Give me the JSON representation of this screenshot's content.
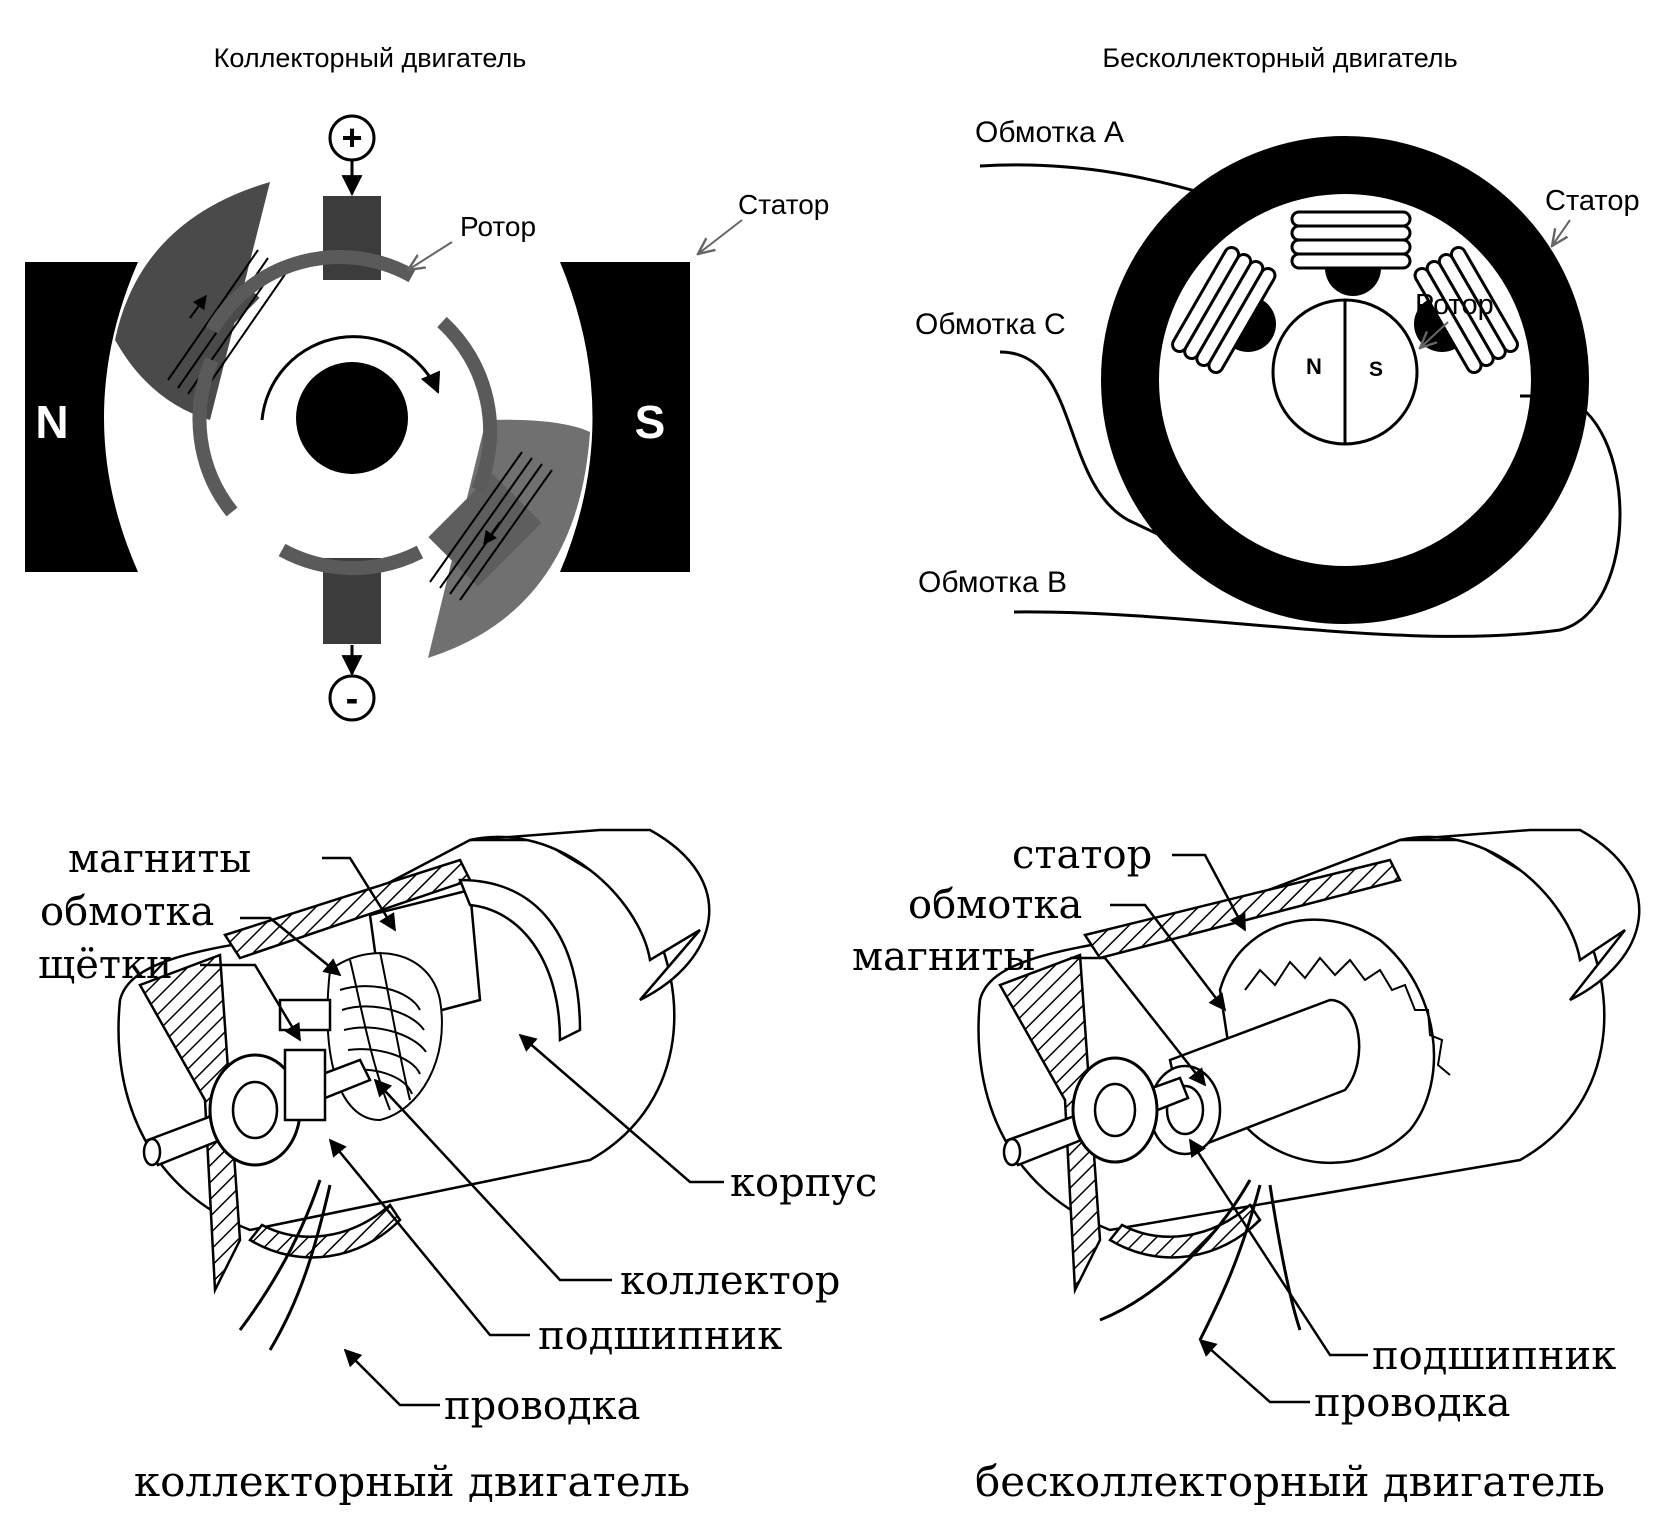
{
  "top_left": {
    "title": "Коллекторный двигатель",
    "label_rotor": "Ротор",
    "label_stator": "Статор",
    "pole_n": "N",
    "pole_s": "S",
    "terminal_plus": "+",
    "terminal_minus": "-"
  },
  "top_right": {
    "title": "Бесколлекторный двигатель",
    "label_winding_a": "Обмотка A",
    "label_winding_c": "Обмотка C",
    "label_winding_b": "Обмотка B",
    "label_stator": "Статор",
    "label_rotor": "Ротор",
    "rotor_n": "N",
    "rotor_s": "S"
  },
  "bottom_left": {
    "label_magnets": "магниты",
    "label_winding": "обмотка",
    "label_brushes": "щётки",
    "label_housing": "корпус",
    "label_commutator": "коллектор",
    "label_bearing": "подшипник",
    "label_wiring": "проводка",
    "caption": "коллекторный двигатель"
  },
  "bottom_right": {
    "label_stator": "статор",
    "label_winding": "обмотка",
    "label_magnets": "магниты",
    "label_bearing": "подшипник",
    "label_wiring": "проводка",
    "caption": "бесколлекторный двигатель"
  },
  "colors": {
    "black": "#000000",
    "dark_gray": "#3c3c3c",
    "mid_gray": "#5a5a5a",
    "light_gray": "#808080"
  }
}
